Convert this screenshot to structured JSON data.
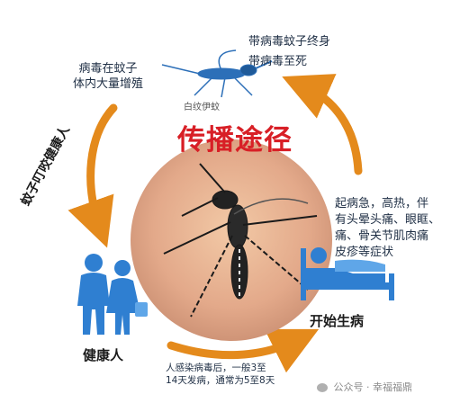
{
  "diagram": {
    "title": "传播途径",
    "mosquito_species_label": "白纹伊蚊",
    "nodes": [
      {
        "key": "mosquito_carrier",
        "lines": [
          "带病毒蚊子终身",
          "带病毒至死"
        ]
      },
      {
        "key": "virus_replication",
        "lines": [
          "病毒在蚊子",
          "体内大量增殖"
        ]
      },
      {
        "key": "bite",
        "text": "蚊子叮咬健康人"
      },
      {
        "key": "symptoms",
        "lines": [
          "起病急，高热，伴",
          "有头晕头痛、眼眶、",
          "痛、骨关节肌肉痛",
          "皮疹等症状"
        ]
      },
      {
        "key": "healthy",
        "text": "健康人"
      },
      {
        "key": "onset",
        "text": "开始生病"
      },
      {
        "key": "incubation",
        "lines": [
          "人感染病毒后，一般3至",
          "14天发病，通常为5至8天"
        ]
      }
    ]
  },
  "watermark": {
    "text": "公众号 · 幸福福鼎"
  },
  "colors": {
    "title": "#d81f26",
    "arrow": "#e48a1c",
    "people": "#2f7fd1",
    "bed": "#2f7fd1",
    "text": "#1f2f45"
  }
}
